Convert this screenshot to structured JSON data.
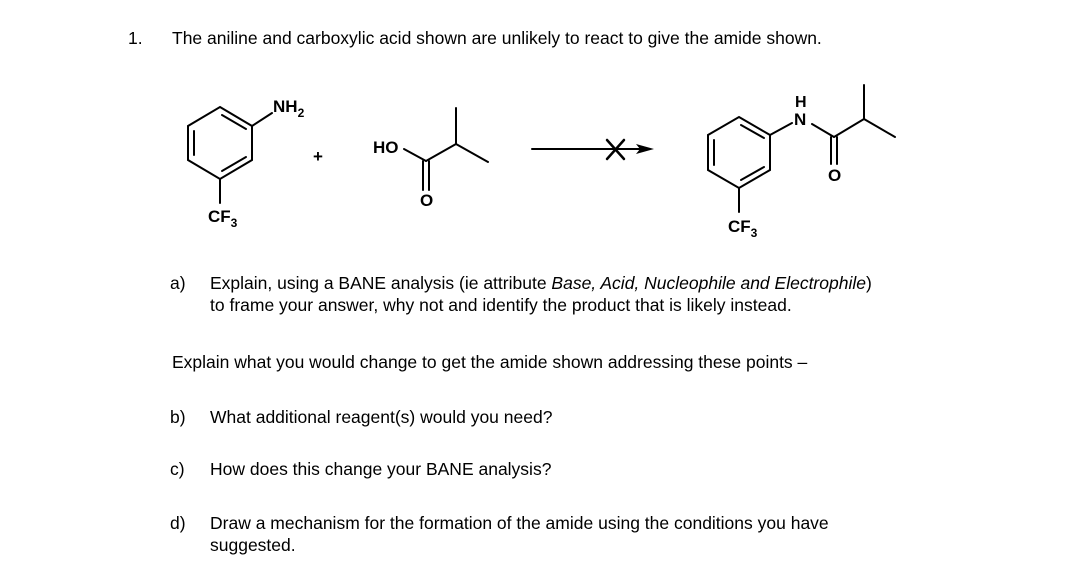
{
  "question": {
    "number": "1.",
    "stem": "The aniline and carboxylic acid shown are unlikely to react to give the amide shown.",
    "scheme": {
      "reactant1": {
        "name": "3-(trifluoromethyl)aniline",
        "labels": {
          "amine": "NH",
          "amine_sub": "2",
          "cf3": "CF",
          "cf3_sub": "3"
        }
      },
      "plus": "+",
      "reactant2": {
        "name": "isobutyric acid",
        "labels": {
          "hydroxyl": "HO",
          "carbonyl_o": "O"
        }
      },
      "arrow": {
        "type": "crossed-out reaction arrow",
        "cross": "X"
      },
      "product": {
        "name": "N-(3-(trifluoromethyl)phenyl)isobutyramide",
        "labels": {
          "h": "H",
          "n": "N",
          "carbonyl_o": "O",
          "cf3": "CF",
          "cf3_sub": "3"
        }
      }
    },
    "part_a": {
      "label": "a)",
      "line1_pre": "Explain, using a BANE analysis (ie attribute ",
      "line1_italic": "Base, Acid, Nucleophile and Electrophile",
      "line1_post": ")",
      "line2": "to frame your answer, why not and identify the product that is likely instead."
    },
    "intro_bcd": "Explain what you would change to get the amide shown addressing these points –",
    "part_b": {
      "label": "b)",
      "text": "What additional reagent(s) would you need?"
    },
    "part_c": {
      "label": "c)",
      "text": "How does this change your BANE analysis?"
    },
    "part_d": {
      "label": "d)",
      "line1": "Draw a mechanism for the formation of the amide using the conditions you have",
      "line2": "suggested."
    }
  }
}
